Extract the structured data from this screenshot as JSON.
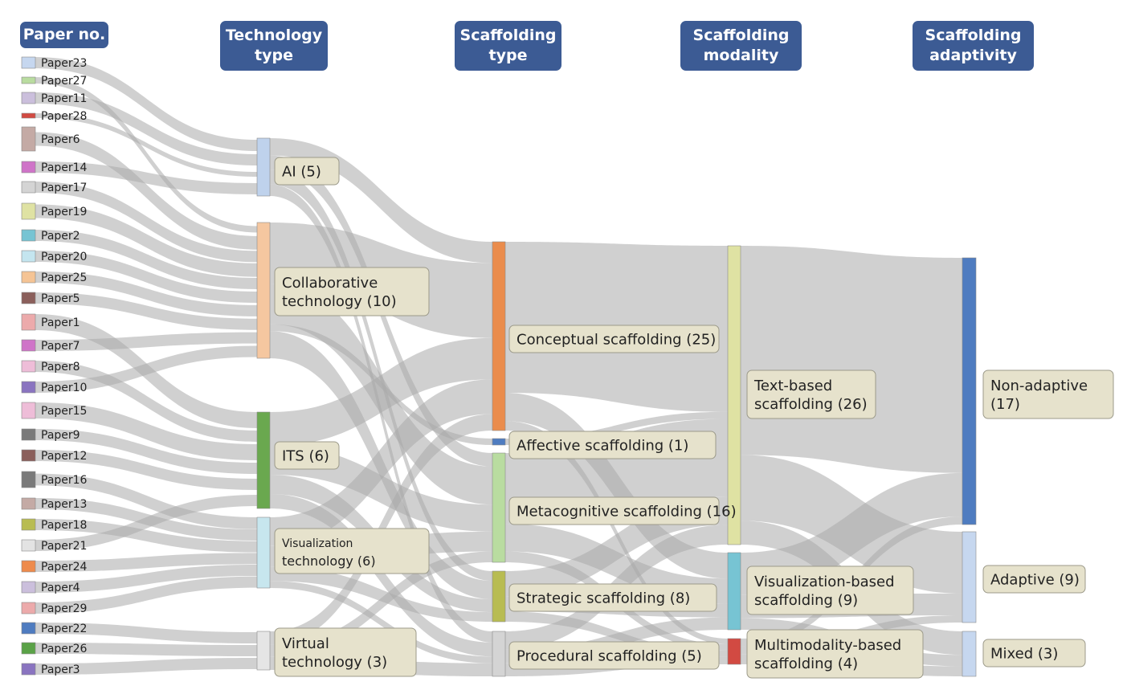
{
  "headers": {
    "paper": "Paper no.",
    "tech_line1": "Technology",
    "tech_line2": "type",
    "scaf_line1": "Scaffolding",
    "scaf_line2": "type",
    "mod_line1": "Scaffolding",
    "mod_line2": "modality",
    "adapt_line1": "Scaffolding",
    "adapt_line2": "adaptivity"
  },
  "papers": [
    {
      "label": "Paper23",
      "color": "#c6d7ef"
    },
    {
      "label": "Paper27",
      "color": "#b9dca0"
    },
    {
      "label": "Paper11",
      "color": "#cbbfdc"
    },
    {
      "label": "Paper28",
      "color": "#d24a42"
    },
    {
      "label": "Paper6",
      "color": "#c4aaa5"
    },
    {
      "label": "Paper14",
      "color": "#cf74c8"
    },
    {
      "label": "Paper17",
      "color": "#d4d4d4"
    },
    {
      "label": "Paper19",
      "color": "#dfe2a3"
    },
    {
      "label": "Paper2",
      "color": "#77c4d3"
    },
    {
      "label": "Paper20",
      "color": "#c4e5ef"
    },
    {
      "label": "Paper25",
      "color": "#f5c495"
    },
    {
      "label": "Paper5",
      "color": "#8b5f5b"
    },
    {
      "label": "Paper1",
      "color": "#ecaaab"
    },
    {
      "label": "Paper7",
      "color": "#cf74c8"
    },
    {
      "label": "Paper8",
      "color": "#eebdd8"
    },
    {
      "label": "Paper10",
      "color": "#8a74c0"
    },
    {
      "label": "Paper15",
      "color": "#eebdd8"
    },
    {
      "label": "Paper9",
      "color": "#7a7a7a"
    },
    {
      "label": "Paper12",
      "color": "#8b5f5b"
    },
    {
      "label": "Paper16",
      "color": "#7a7a7a"
    },
    {
      "label": "Paper13",
      "color": "#c4aaa5"
    },
    {
      "label": "Paper18",
      "color": "#b8bc52"
    },
    {
      "label": "Paper21",
      "color": "#e3e3e3"
    },
    {
      "label": "Paper24",
      "color": "#ee8b4c"
    },
    {
      "label": "Paper4",
      "color": "#cbbfdc"
    },
    {
      "label": "Paper29",
      "color": "#ecaaab"
    },
    {
      "label": "Paper22",
      "color": "#4f7cc0"
    },
    {
      "label": "Paper26",
      "color": "#5aa247"
    },
    {
      "label": "Paper3",
      "color": "#8a74c0"
    }
  ],
  "technology": [
    {
      "label": "AI (5)",
      "color": "#bfd2ec"
    },
    {
      "label": "Collaborative technology (10)",
      "line1": "Collaborative",
      "line2": "technology (10)",
      "color": "#f5c7a0"
    },
    {
      "label": "ITS (6)",
      "color": "#6aa84f"
    },
    {
      "label": "Visualization technology (6)",
      "line1": "Visualization",
      "line2": "technology (6)",
      "color": "#c7e6ee"
    },
    {
      "label": "Virtual technology (3)",
      "line1": "Virtual",
      "line2": "technology (3)",
      "color": "#e5e5e5"
    }
  ],
  "scaffolding_type": [
    {
      "label": "Conceptual scaffolding (25)",
      "color": "#ea8c4c"
    },
    {
      "label": "Affective scaffolding (1)",
      "color": "#4f7cc0"
    },
    {
      "label": "Metacognitive scaffolding (16)",
      "color": "#b9dca0"
    },
    {
      "label": "Strategic scaffolding (8)",
      "color": "#b8bc52"
    },
    {
      "label": "Procedural scaffolding (5)",
      "color": "#d4d4d4"
    }
  ],
  "modality": [
    {
      "label": "Text-based scaffolding (26)",
      "line1": "Text-based",
      "line2": "scaffolding (26)",
      "color": "#dfe2a3"
    },
    {
      "label": "Visualization-based scaffolding (9)",
      "line1": "Visualization-based",
      "line2": "scaffolding (9)",
      "color": "#77c4d3"
    },
    {
      "label": "Multimodality-based scaffolding (4)",
      "line1": "Multimodality-based",
      "line2": "scaffolding (4)",
      "color": "#d24a42"
    }
  ],
  "adaptivity": [
    {
      "label": "Non-adaptive (17)",
      "line1": "Non-adaptive",
      "line2": "(17)",
      "color": "#4f7cc0"
    },
    {
      "label": "Adaptive (9)",
      "color": "#c6d7ef"
    },
    {
      "label": "Mixed (3)",
      "color": "#c6d7ef"
    }
  ],
  "theme": {
    "flow_color": "#a9a9a9",
    "label_bg": "#e6e2cc",
    "label_border": "#9c9a8a",
    "header_bg": "#3c5b94"
  }
}
